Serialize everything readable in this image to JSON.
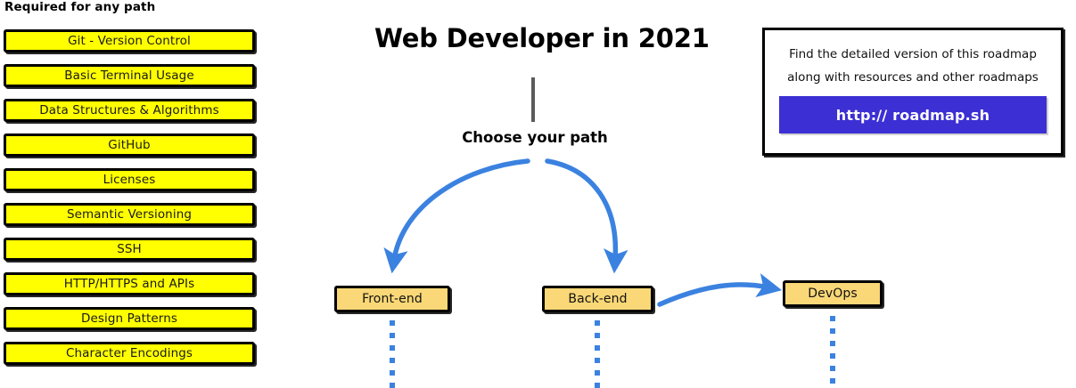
{
  "theme": {
    "box_fill": "#ffff00",
    "node_fill": "#fad877",
    "border": "#000000",
    "arrow_blue": "#3b82e0",
    "button_purple": "#3c2fd4",
    "stem_gray": "#5b5b5b"
  },
  "required_panel": {
    "heading": "Required for any path",
    "items": [
      {
        "label": "Git - Version Control"
      },
      {
        "label": "Basic Terminal Usage"
      },
      {
        "label": "Data Structures & Algorithms"
      },
      {
        "label": "GitHub"
      },
      {
        "label": "Licenses"
      },
      {
        "label": "Semantic Versioning"
      },
      {
        "label": "SSH"
      },
      {
        "label": "HTTP/HTTPS and APIs"
      },
      {
        "label": "Design Patterns"
      },
      {
        "label": "Character Encodings"
      }
    ]
  },
  "roadmap": {
    "title": "Web Developer in 2021",
    "choose_path_label": "Choose your path",
    "nodes": [
      {
        "id": "frontend",
        "label": "Front-end"
      },
      {
        "id": "backend",
        "label": "Back-end"
      },
      {
        "id": "devops",
        "label": "DevOps"
      }
    ]
  },
  "info_card": {
    "line_1": "Find the detailed version of this roadmap",
    "line_2": "along with resources and other roadmaps",
    "button_label": "http:// roadmap.sh"
  }
}
